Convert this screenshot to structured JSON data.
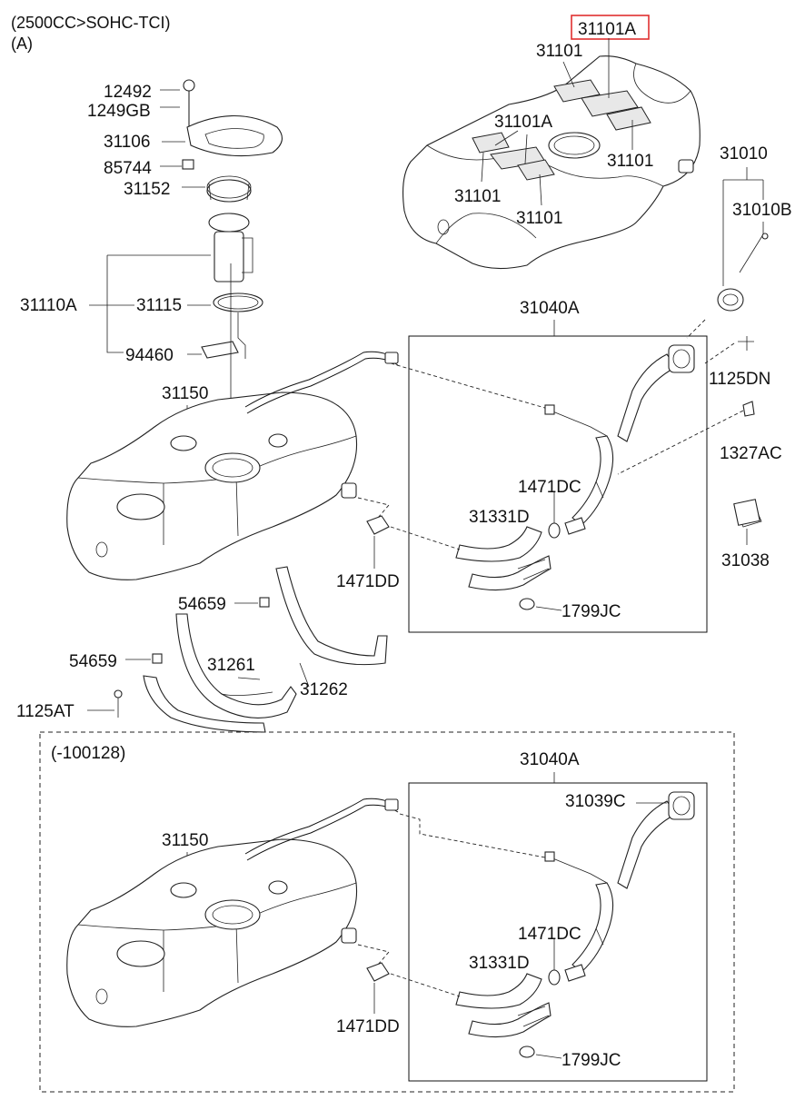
{
  "header": {
    "line1": "(2500CC>SOHC-TCI)",
    "line2": "(A)"
  },
  "highlight": {
    "part": "31101A",
    "color": "#e03030"
  },
  "labels": {
    "p31101a_top": "31101A",
    "p31101_a": "31101",
    "p31101a_mid": "31101A",
    "p31101_b": "31101",
    "p31101_c": "31101",
    "p31101_d": "31101",
    "p31010": "31010",
    "p31010b": "31010B",
    "p12492": "12492",
    "p1249gb": "1249GB",
    "p31106": "31106",
    "p85744": "85744",
    "p31152": "31152",
    "p31110a": "31110A",
    "p31115": "31115",
    "p94460": "94460",
    "p31040a": "31040A",
    "p1125dn": "1125DN",
    "p1327ac": "1327AC",
    "p31150": "31150",
    "p1471dc": "1471DC",
    "p31331d": "31331D",
    "p31038": "31038",
    "p1471dd": "1471DD",
    "p1799jc": "1799JC",
    "p54659_a": "54659",
    "p54659_b": "54659",
    "p31261": "31261",
    "p31262": "31262",
    "p1125at": "1125AT"
  },
  "lower": {
    "section": "(-100128)",
    "p31040a": "31040A",
    "p31039c": "31039C",
    "p31150": "31150",
    "p1471dc": "1471DC",
    "p31331d": "31331D",
    "p1471dd": "1471DD",
    "p1799jc": "1799JC"
  }
}
